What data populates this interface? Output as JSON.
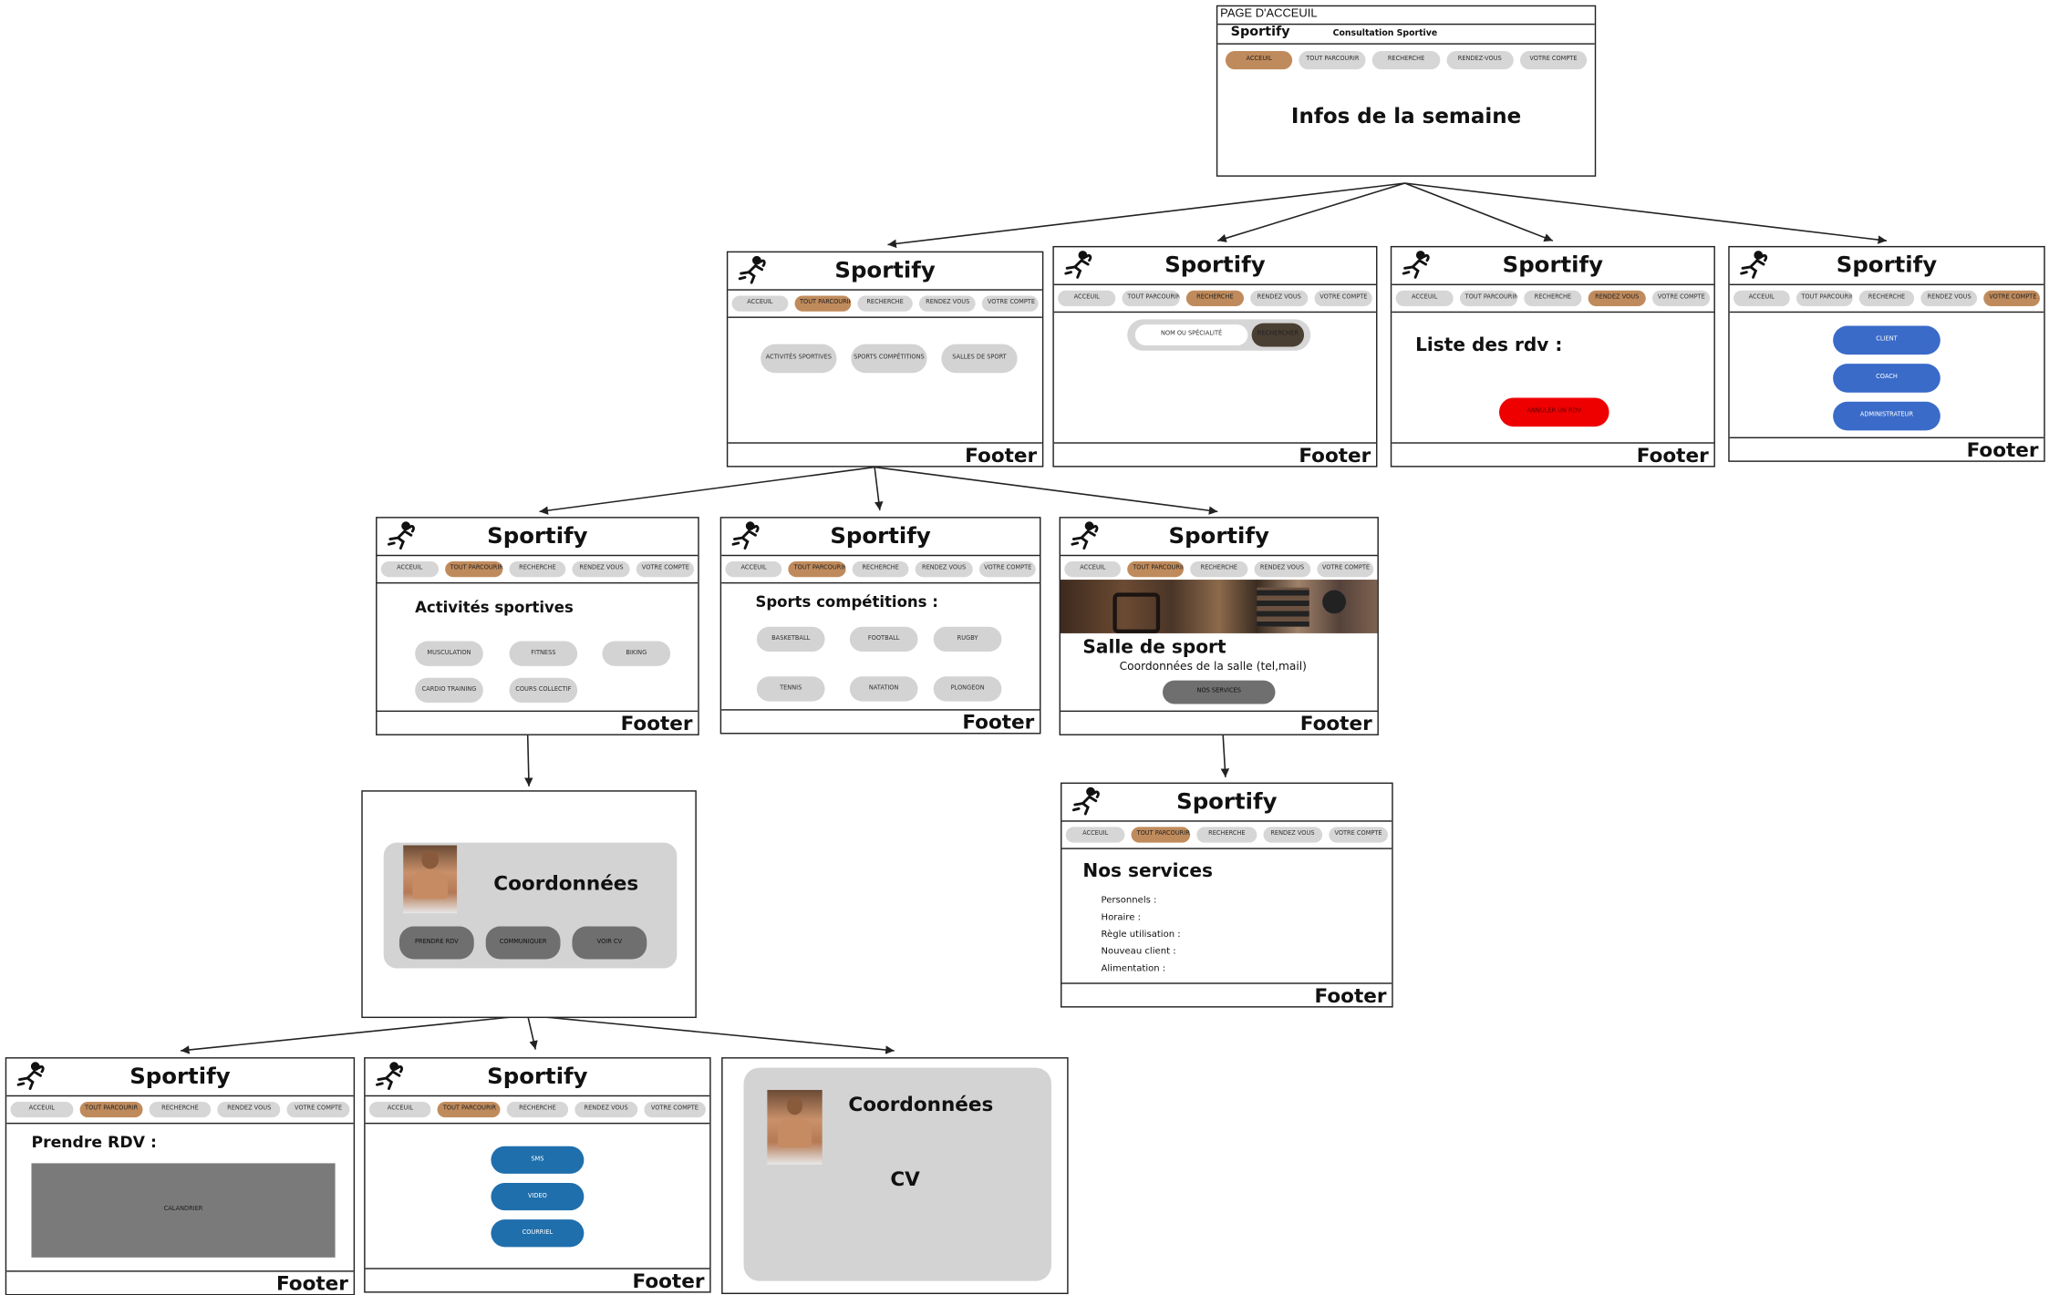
{
  "home": {
    "page_label": "PAGE D'ACCEUIL",
    "brand": "Sportify",
    "subtitle": "Consultation Sportive",
    "nav": [
      "ACCEUIL",
      "TOUT PARCOURIR",
      "RECHERCHE",
      "RENDEZ-VOUS",
      "VOTRE COMPTE"
    ],
    "headline": "Infos de la semaine"
  },
  "common": {
    "brand": "Sportify",
    "footer": "Footer",
    "nav": [
      "ACCEUIL",
      "TOUT PARCOURIR",
      "RECHERCHE",
      "RENDEZ VOUS",
      "VOTRE COMPTE"
    ]
  },
  "browse": {
    "buttons": [
      "ACTIVITÉS SPORTIVES",
      "SPORTS COMPÉTITIONS",
      "SALLES DE SPORT"
    ]
  },
  "search": {
    "placeholder": "NOM OU SPÉCIALITÉ",
    "button": "RECHERCHER"
  },
  "rdv": {
    "title": "Liste des rdv :",
    "button": "ANNULER UN RDV"
  },
  "account": {
    "buttons": [
      "CLIENT",
      "COACH",
      "ADMINISTRATEUR"
    ]
  },
  "activities": {
    "title": "Activités sportives",
    "buttons": [
      "MUSCULATION",
      "FITNESS",
      "BIKING",
      "CARDIO TRAINING",
      "COURS COLLECTIF"
    ]
  },
  "competitions": {
    "title": "Sports compétitions :",
    "buttons": [
      "BASKETBALL",
      "FOOTBALL",
      "RUGBY",
      "TENNIS",
      "NATATION",
      "PLONGEON"
    ]
  },
  "gym": {
    "title": "Salle de sport",
    "contact": "Coordonnées de la salle (tel,mail)",
    "button": "NOS SERVICES"
  },
  "services": {
    "title": "Nos services",
    "items": [
      "Personnels :",
      "Horaire :",
      "Règle utilisation :",
      "Nouveau client :",
      "Alimentation :"
    ]
  },
  "coach": {
    "title": "Coordonnées",
    "buttons": [
      "PRENDRE RDV",
      "COMMUNIQUER",
      "VOIR CV"
    ]
  },
  "booking": {
    "title": "Prendre RDV :",
    "calendar": "CALANDRIER"
  },
  "communicate": {
    "buttons": [
      "SMS",
      "VIDEO",
      "COURRIEL"
    ]
  },
  "cv": {
    "title": "Coordonnées",
    "label": "CV"
  },
  "colors": {
    "active_tab": "#c08b5c",
    "tab": "#d6d6d6",
    "cancel": "#ee0000",
    "account_btn": "#3a6bc9",
    "contact_btn": "#1f6fad"
  },
  "icons": {
    "logo": "runner-icon"
  }
}
